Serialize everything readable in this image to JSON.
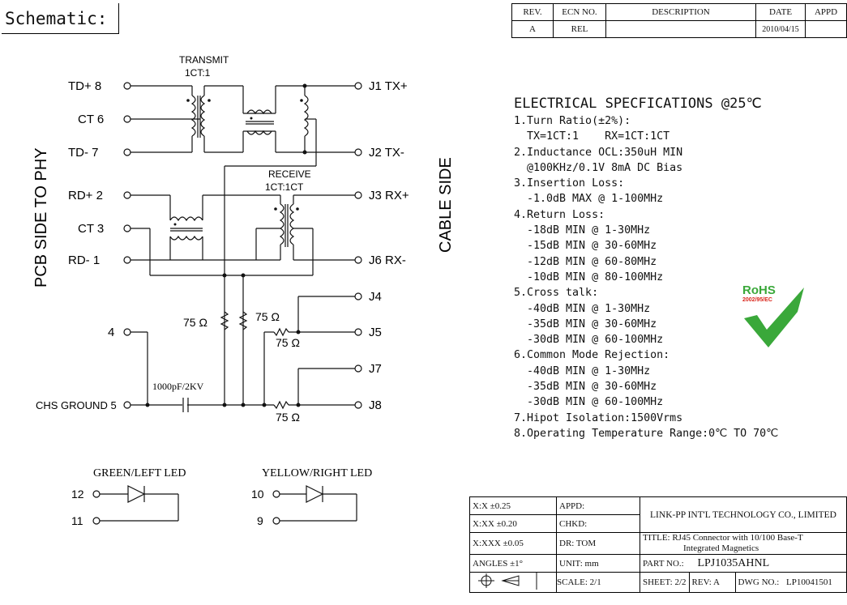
{
  "header": {
    "title": "Schematic:"
  },
  "revision_table": {
    "headers": [
      "REV.",
      "ECN NO.",
      "DESCRIPTION",
      "DATE",
      "APPD"
    ],
    "row": [
      "A",
      "REL",
      "",
      "2010/04/15",
      ""
    ]
  },
  "schematic": {
    "side_left": "PCB SIDE TO PHY",
    "side_right": "CABLE SIDE",
    "transmit_label": "TRANSMIT",
    "transmit_ratio": "1CT:1",
    "receive_label": "RECEIVE",
    "receive_ratio": "1CT:1CT",
    "pins_left": [
      "TD+ 8",
      "CT 6",
      "TD- 7",
      "RD+ 2",
      "CT 3",
      "RD- 1",
      "4",
      "CHS GROUND 5"
    ],
    "pins_right": [
      "J1 TX+",
      "J2 TX-",
      "J3 RX+",
      "J6 RX-",
      "J4",
      "J5",
      "J7",
      "J8"
    ],
    "resistor_labels": [
      "75 Ω",
      "75 Ω",
      "75 Ω",
      "75 Ω"
    ],
    "capacitor_label": "1000pF/2KV",
    "led_green": {
      "title": "GREEN/LEFT LED",
      "pin_a": "12",
      "pin_b": "11"
    },
    "led_yellow": {
      "title": "YELLOW/RIGHT LED",
      "pin_a": "10",
      "pin_b": "9"
    }
  },
  "specifications": {
    "heading": "ELECTRICAL SPECFICATIONS @25℃",
    "lines": [
      "1.Turn Ratio(±2%):",
      "  TX=1CT:1    RX=1CT:1CT",
      "2.Inductance OCL:350uH MIN",
      "  @100KHz/0.1V 8mA DC Bias",
      "3.Insertion Loss:",
      "  -1.0dB MAX @ 1-100MHz",
      "4.Return Loss:",
      "  -18dB MIN @ 1-30MHz",
      "  -15dB MIN @ 30-60MHz",
      "  -12dB MIN @ 60-80MHz",
      "  -10dB MIN @ 80-100MHz",
      "5.Cross talk:",
      "  -40dB MIN @ 1-30MHz",
      "  -35dB MIN @ 30-60MHz",
      "  -30dB MIN @ 60-100MHz",
      "6.Common Mode Rejection:",
      "  -40dB MIN @ 1-30MHz",
      "  -35dB MIN @ 30-60MHz",
      "  -30dB MIN @ 60-100MHz",
      "7.Hipot Isolation:1500Vrms",
      "8.Operating Temperature Range:0℃ TO 70℃"
    ]
  },
  "rohs": {
    "label": "RoHS",
    "sub": "2002/95/EC",
    "colors": {
      "green": "#3aa83a",
      "red": "#d9261c"
    }
  },
  "title_block": {
    "tol_xx": "X:X    ±0.25",
    "tol_xxx": "X:XX   ±0.20",
    "tol_xxxx": "X:XXX  ±0.05",
    "angles": "ANGLES ±1°",
    "appd": "APPD:",
    "chkd": "CHKD:",
    "dr": "DR:   TOM",
    "unit": "UNIT:  mm",
    "company": "LINK-PP INT'L TECHNOLOGY CO., LIMITED",
    "title": "TITLE: RJ45 Connector with 10/100 Base-T",
    "title2": "Integrated Magnetics",
    "part_label": "PART NO.:",
    "part_no": "LPJ1035AHNL",
    "scale_label": "SCALE:",
    "scale": "2/1",
    "sheet_label": "SHEET:",
    "sheet": "2/2",
    "rev_label": "REV:",
    "rev": "A",
    "dwg_label": "DWG NO.:",
    "dwg_no": "LP10041501"
  }
}
